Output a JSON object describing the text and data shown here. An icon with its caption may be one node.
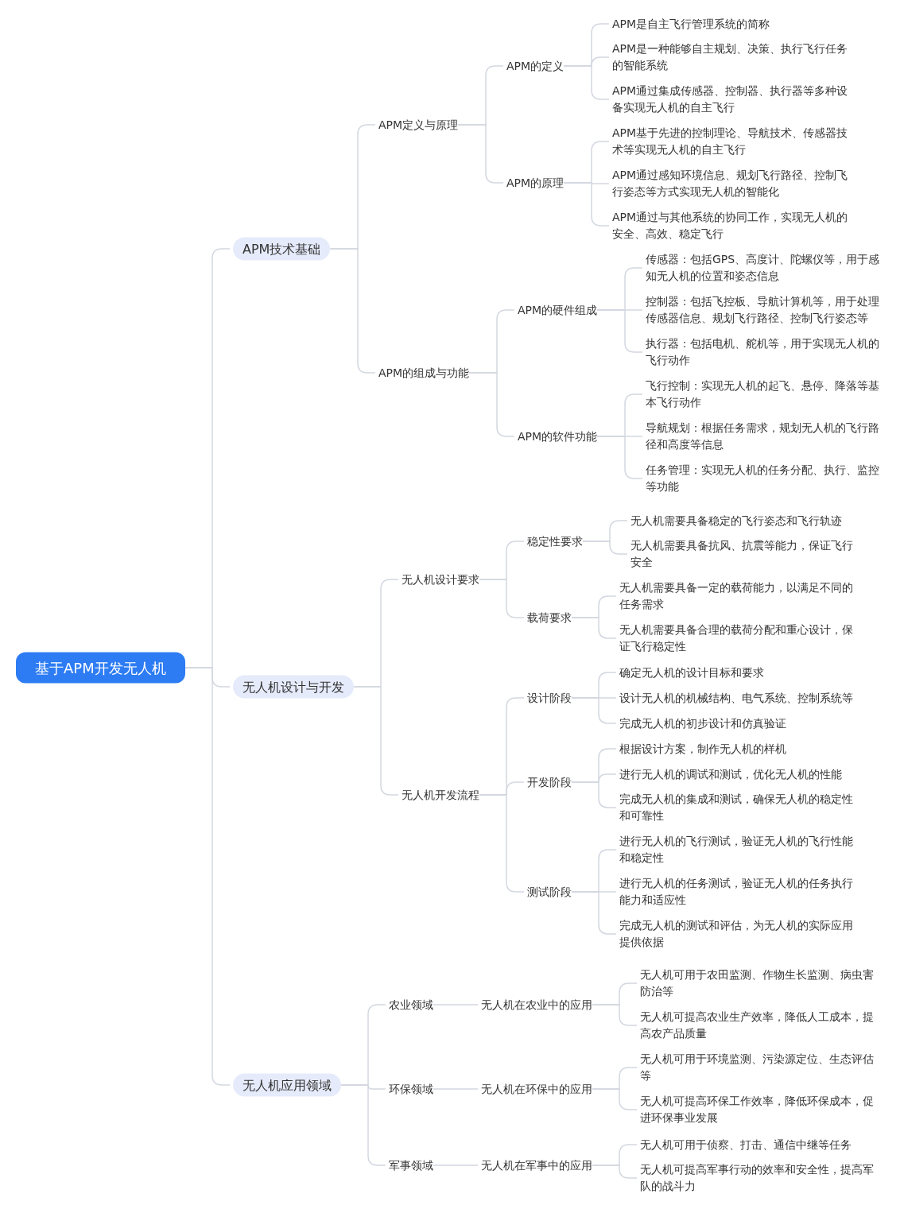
{
  "diagram": {
    "nodes": [
      {
        "text": [
          "基于APM开发无人机"
        ]
      },
      {
        "text": [
          "APM技术基础"
        ]
      },
      {
        "text": [
          "APM定义与原理"
        ]
      },
      {
        "text": [
          "APM的定义"
        ]
      },
      {
        "text": [
          "APM是自主飞行管理系统的简称"
        ]
      },
      {
        "text": [
          "APM是一种能够自主规划、决策、执行飞行任务的智能系统"
        ]
      },
      {
        "text": [
          "APM通过集成传感器、控制器、执行器等多种设备实现无人机的自主飞行"
        ]
      },
      {
        "text": [
          "APM的原理"
        ]
      },
      {
        "text": [
          "APM基于先进的控制理论、导航技术、传感器技术等实现无人机的自主飞行"
        ]
      },
      {
        "text": [
          "APM通过感知环境信息、规划飞行路径、控制飞行姿态等方式实现无人机的智能化"
        ]
      },
      {
        "text": [
          "APM通过与其他系统的协同工作，实现无人机的安全、高效、稳定飞行"
        ]
      },
      {
        "text": [
          "APM的组成与功能"
        ]
      },
      {
        "text": [
          "APM的硬件组成"
        ]
      },
      {
        "text": [
          "传感器：包括GPS、高度计、陀螺仪等，用于感知无人机的位置和姿态信息"
        ]
      },
      {
        "text": [
          "控制器：包括飞控板、导航计算机等，用于处理传感器信息、规划飞行路径、控制飞行姿态等"
        ]
      },
      {
        "text": [
          "执行器：包括电机、舵机等，用于实现无人机的飞行动作"
        ]
      },
      {
        "text": [
          "APM的软件功能"
        ]
      },
      {
        "text": [
          "飞行控制：实现无人机的起飞、悬停、降落等基本飞行动作"
        ]
      },
      {
        "text": [
          "导航规划：根据任务需求，规划无人机的飞行路径和高度等信息"
        ]
      },
      {
        "text": [
          "任务管理：实现无人机的任务分配、执行、监控等功能"
        ]
      },
      {
        "text": [
          "无人机设计与开发"
        ]
      },
      {
        "text": [
          "无人机设计要求"
        ]
      },
      {
        "text": [
          "稳定性要求"
        ]
      },
      {
        "text": [
          "无人机需要具备稳定的飞行姿态和飞行轨迹"
        ]
      },
      {
        "text": [
          "无人机需要具备抗风、抗震等能力，保证飞行安全"
        ]
      },
      {
        "text": [
          "载荷要求"
        ]
      },
      {
        "text": [
          "无人机需要具备一定的载荷能力，以满足不同的任务需求"
        ]
      },
      {
        "text": [
          "无人机需要具备合理的载荷分配和重心设计，保证飞行稳定性"
        ]
      },
      {
        "text": [
          "无人机开发流程"
        ]
      },
      {
        "text": [
          "设计阶段"
        ]
      },
      {
        "text": [
          "确定无人机的设计目标和要求"
        ]
      },
      {
        "text": [
          "设计无人机的机械结构、电气系统、控制系统等"
        ]
      },
      {
        "text": [
          "完成无人机的初步设计和仿真验证"
        ]
      },
      {
        "text": [
          "开发阶段"
        ]
      },
      {
        "text": [
          "根据设计方案，制作无人机的样机"
        ]
      },
      {
        "text": [
          "进行无人机的调试和测试，优化无人机的性能"
        ]
      },
      {
        "text": [
          "完成无人机的集成和测试，确保无人机的稳定性和可靠性"
        ]
      },
      {
        "text": [
          "测试阶段"
        ]
      },
      {
        "text": [
          "进行无人机的飞行测试，验证无人机的飞行性能和稳定性"
        ]
      },
      {
        "text": [
          "进行无人机的任务测试，验证无人机的任务执行能力和适应性"
        ]
      },
      {
        "text": [
          "完成无人机的测试和评估，为无人机的实际应用提供依据"
        ]
      },
      {
        "text": [
          "无人机应用领域"
        ]
      },
      {
        "text": [
          "农业领域"
        ]
      },
      {
        "text": [
          "无人机在农业中的应用"
        ]
      },
      {
        "text": [
          "无人机可用于农田监测、作物生长监测、病虫害防治等"
        ]
      },
      {
        "text": [
          "无人机可提高农业生产效率，降低人工成本，提高农产品质量"
        ]
      },
      {
        "text": [
          "环保领域"
        ]
      },
      {
        "text": [
          "无人机在环保中的应用"
        ]
      },
      {
        "text": [
          "无人机可用于环境监测、污染源定位、生态评估等"
        ]
      },
      {
        "text": [
          "无人机可提高环保工作效率，降低环保成本，促进环保事业发展"
        ]
      },
      {
        "text": [
          "军事领域"
        ]
      },
      {
        "text": [
          "无人机在军事中的应用"
        ]
      },
      {
        "text": [
          "无人机可用于侦察、打击、通信中继等任务"
        ]
      },
      {
        "text": [
          "无人机可提高军事行动的效率和安全性，提高军队的战斗力"
        ]
      }
    ],
    "edges": [
      {
        "from": 0,
        "to": 1,
        "arrow": "none"
      },
      {
        "from": 1,
        "to": 2,
        "arrow": "none"
      },
      {
        "from": 2,
        "to": 3,
        "arrow": "none"
      },
      {
        "from": 3,
        "to": 4,
        "arrow": "none"
      },
      {
        "from": 3,
        "to": 5,
        "arrow": "none"
      },
      {
        "from": 3,
        "to": 6,
        "arrow": "none"
      },
      {
        "from": 2,
        "to": 7,
        "arrow": "none"
      },
      {
        "from": 7,
        "to": 8,
        "arrow": "none"
      },
      {
        "from": 7,
        "to": 9,
        "arrow": "none"
      },
      {
        "from": 7,
        "to": 10,
        "arrow": "none"
      },
      {
        "from": 1,
        "to": 11,
        "arrow": "none"
      },
      {
        "from": 11,
        "to": 12,
        "arrow": "none"
      },
      {
        "from": 12,
        "to": 13,
        "arrow": "none"
      },
      {
        "from": 12,
        "to": 14,
        "arrow": "none"
      },
      {
        "from": 12,
        "to": 15,
        "arrow": "none"
      },
      {
        "from": 11,
        "to": 16,
        "arrow": "none"
      },
      {
        "from": 16,
        "to": 17,
        "arrow": "none"
      },
      {
        "from": 16,
        "to": 18,
        "arrow": "none"
      },
      {
        "from": 16,
        "to": 19,
        "arrow": "none"
      },
      {
        "from": 0,
        "to": 20,
        "arrow": "none"
      },
      {
        "from": 20,
        "to": 21,
        "arrow": "none"
      },
      {
        "from": 21,
        "to": 22,
        "arrow": "none"
      },
      {
        "from": 22,
        "to": 23,
        "arrow": "none"
      },
      {
        "from": 22,
        "to": 24,
        "arrow": "none"
      },
      {
        "from": 21,
        "to": 25,
        "arrow": "none"
      },
      {
        "from": 25,
        "to": 26,
        "arrow": "none"
      },
      {
        "from": 25,
        "to": 27,
        "arrow": "none"
      },
      {
        "from": 20,
        "to": 28,
        "arrow": "none"
      },
      {
        "from": 28,
        "to": 29,
        "arrow": "none"
      },
      {
        "from": 29,
        "to": 30,
        "arrow": "none"
      },
      {
        "from": 29,
        "to": 31,
        "arrow": "none"
      },
      {
        "from": 29,
        "to": 32,
        "arrow": "none"
      },
      {
        "from": 28,
        "to": 33,
        "arrow": "none"
      },
      {
        "from": 33,
        "to": 34,
        "arrow": "none"
      },
      {
        "from": 33,
        "to": 35,
        "arrow": "none"
      },
      {
        "from": 33,
        "to": 36,
        "arrow": "none"
      },
      {
        "from": 28,
        "to": 37,
        "arrow": "none"
      },
      {
        "from": 37,
        "to": 38,
        "arrow": "none"
      },
      {
        "from": 37,
        "to": 39,
        "arrow": "none"
      },
      {
        "from": 37,
        "to": 40,
        "arrow": "none"
      },
      {
        "from": 0,
        "to": 41,
        "arrow": "none"
      },
      {
        "from": 41,
        "to": 42,
        "arrow": "none"
      },
      {
        "from": 42,
        "to": 43,
        "arrow": "none"
      },
      {
        "from": 43,
        "to": 44,
        "arrow": "none"
      },
      {
        "from": 43,
        "to": 45,
        "arrow": "none"
      },
      {
        "from": 41,
        "to": 46,
        "arrow": "none"
      },
      {
        "from": 46,
        "to": 47,
        "arrow": "none"
      },
      {
        "from": 47,
        "to": 48,
        "arrow": "none"
      },
      {
        "from": 47,
        "to": 49,
        "arrow": "none"
      },
      {
        "from": 41,
        "to": 50,
        "arrow": "none"
      },
      {
        "from": 50,
        "to": 51,
        "arrow": "none"
      },
      {
        "from": 51,
        "to": 52,
        "arrow": "none"
      },
      {
        "from": 51,
        "to": 53,
        "arrow": "none"
      }
    ]
  }
}
